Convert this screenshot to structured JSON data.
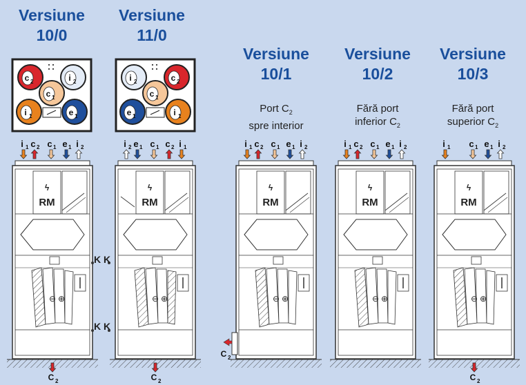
{
  "versions": [
    {
      "id": "v100",
      "title": "Versiune",
      "number": "10/0"
    },
    {
      "id": "v110",
      "title": "Versiune",
      "number": "11/0"
    },
    {
      "id": "v101",
      "title": "Versiune",
      "number": "10/1",
      "desc1": "Port C",
      "desc1_sub": "2",
      "desc2": "spre interior"
    },
    {
      "id": "v102",
      "title": "Versiune",
      "number": "10/2",
      "desc1": "Fără port",
      "desc2": "inferior C",
      "desc2_sub": "2"
    },
    {
      "id": "v103",
      "title": "Versiune",
      "number": "10/3",
      "desc1": "Fără port",
      "desc2": "superior C",
      "desc2_sub": "2"
    }
  ],
  "unit_label": "RM",
  "kk_label": "K K",
  "symbols": {
    "minus": "⊖",
    "plus": "⊕",
    "bolt": "ϟ"
  },
  "port_labels": {
    "i": "i",
    "c": "c",
    "e": "e",
    "sub1": "1",
    "sub2": "2",
    "C2": "C",
    "C2_sub": "2"
  },
  "arrow_rows": {
    "v100": [
      {
        "t": "i",
        "s": "1",
        "col": "#e8821e",
        "dir": "down"
      },
      {
        "t": "c",
        "s": "2",
        "col": "#d9262c",
        "dir": "up"
      },
      {
        "t": "c",
        "s": "1",
        "col": "#f6c79a",
        "dir": "down"
      },
      {
        "t": "e",
        "s": "1",
        "col": "#1f4f9c",
        "dir": "down"
      },
      {
        "t": "i",
        "s": "2",
        "col": "#ffffff",
        "dir": "up"
      }
    ],
    "v110": [
      {
        "t": "i",
        "s": "2",
        "col": "#ffffff",
        "dir": "up"
      },
      {
        "t": "e",
        "s": "1",
        "col": "#1f4f9c",
        "dir": "down"
      },
      {
        "t": "c",
        "s": "1",
        "col": "#f6c79a",
        "dir": "down"
      },
      {
        "t": "c",
        "s": "2",
        "col": "#d9262c",
        "dir": "up"
      },
      {
        "t": "i",
        "s": "1",
        "col": "#e8821e",
        "dir": "down"
      }
    ],
    "v101": [
      {
        "t": "i",
        "s": "1",
        "col": "#e8821e",
        "dir": "down"
      },
      {
        "t": "c",
        "s": "2",
        "col": "#d9262c",
        "dir": "up"
      },
      {
        "t": "c",
        "s": "1",
        "col": "#f6c79a",
        "dir": "down"
      },
      {
        "t": "e",
        "s": "1",
        "col": "#1f4f9c",
        "dir": "down"
      },
      {
        "t": "i",
        "s": "2",
        "col": "#ffffff",
        "dir": "up"
      }
    ],
    "v102": [
      {
        "t": "i",
        "s": "1",
        "col": "#e8821e",
        "dir": "down"
      },
      {
        "t": "c",
        "s": "2",
        "col": "#d9262c",
        "dir": "up"
      },
      {
        "t": "c",
        "s": "1",
        "col": "#f6c79a",
        "dir": "down"
      },
      {
        "t": "e",
        "s": "1",
        "col": "#1f4f9c",
        "dir": "down"
      },
      {
        "t": "i",
        "s": "2",
        "col": "#ffffff",
        "dir": "up"
      }
    ],
    "v103": [
      {
        "t": "i",
        "s": "1",
        "col": "#e8821e",
        "dir": "down"
      },
      {
        "t": "c",
        "s": "1",
        "col": "#f6c79a",
        "dir": "down"
      },
      {
        "t": "e",
        "s": "1",
        "col": "#1f4f9c",
        "dir": "down"
      },
      {
        "t": "i",
        "s": "2",
        "col": "#ffffff",
        "dir": "up"
      }
    ]
  },
  "top_panels": {
    "v100": [
      {
        "t": "c",
        "s": "2",
        "col": "#d9262c",
        "pos": "tl"
      },
      {
        "t": "i",
        "s": "2",
        "col": "#e4ecf7",
        "pos": "tr"
      },
      {
        "t": "c",
        "s": "1",
        "col": "#f6c79a",
        "pos": "c"
      },
      {
        "t": "i",
        "s": "1",
        "col": "#e8821e",
        "pos": "bl"
      },
      {
        "t": "e",
        "s": "1",
        "col": "#1f4f9c",
        "pos": "br"
      }
    ],
    "v110": [
      {
        "t": "i",
        "s": "2",
        "col": "#e4ecf7",
        "pos": "tl"
      },
      {
        "t": "c",
        "s": "2",
        "col": "#d9262c",
        "pos": "tr"
      },
      {
        "t": "c",
        "s": "1",
        "col": "#f6c79a",
        "pos": "c"
      },
      {
        "t": "e",
        "s": "1",
        "col": "#1f4f9c",
        "pos": "bl"
      },
      {
        "t": "i",
        "s": "1",
        "col": "#e8821e",
        "pos": "br"
      }
    ]
  }
}
